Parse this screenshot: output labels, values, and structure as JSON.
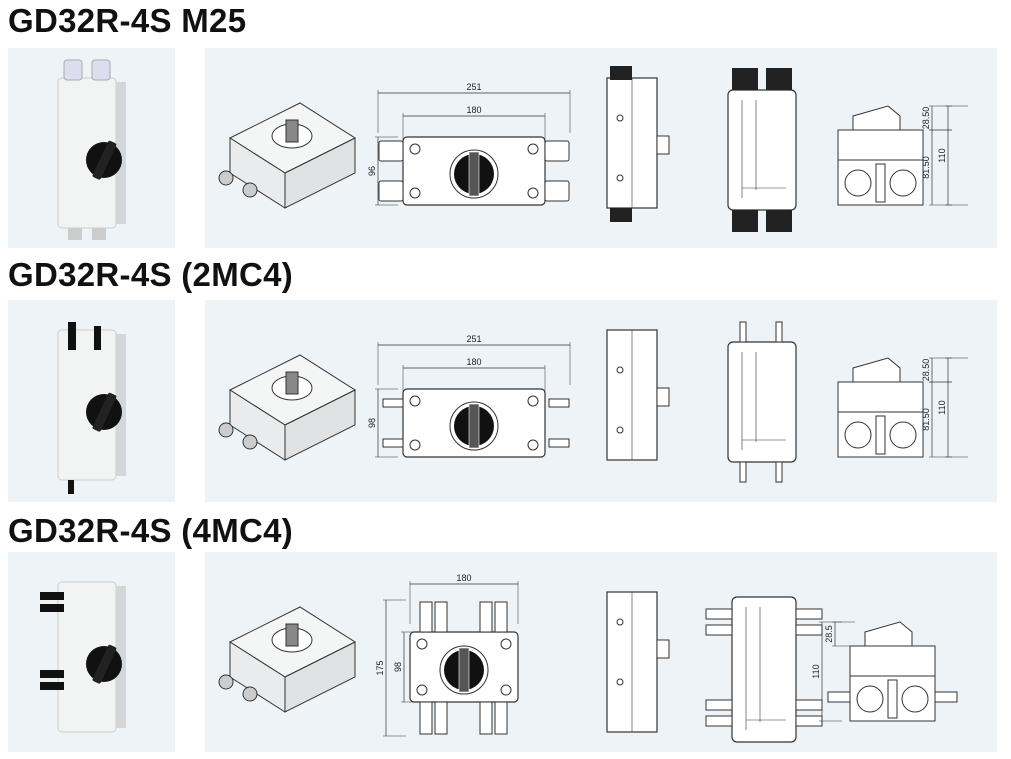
{
  "products": [
    {
      "title": "GD32R-4S M25",
      "variant": "M25",
      "front_dims": {
        "overall_width": "251",
        "body_width": "180",
        "height": "96"
      },
      "side_dims": {
        "handle": "28.50",
        "body": "81.50",
        "total": "110"
      }
    },
    {
      "title": "GD32R-4S (2MC4)",
      "variant": "2MC4",
      "front_dims": {
        "overall_width": "251",
        "body_width": "180",
        "height": "98"
      },
      "side_dims": {
        "handle": "28.50",
        "body": "81.50",
        "total": "110"
      }
    },
    {
      "title": "GD32R-4S (4MC4)",
      "variant": "4MC4",
      "front_dims": {
        "body_width": "180",
        "overall_height": "175",
        "height": "98"
      },
      "side_dims": {
        "handle": "28.5",
        "total": "110"
      }
    }
  ],
  "colors": {
    "panel": "#eef3f8",
    "body": "#e9ebec",
    "knob": "#111111",
    "line": "#333333"
  }
}
